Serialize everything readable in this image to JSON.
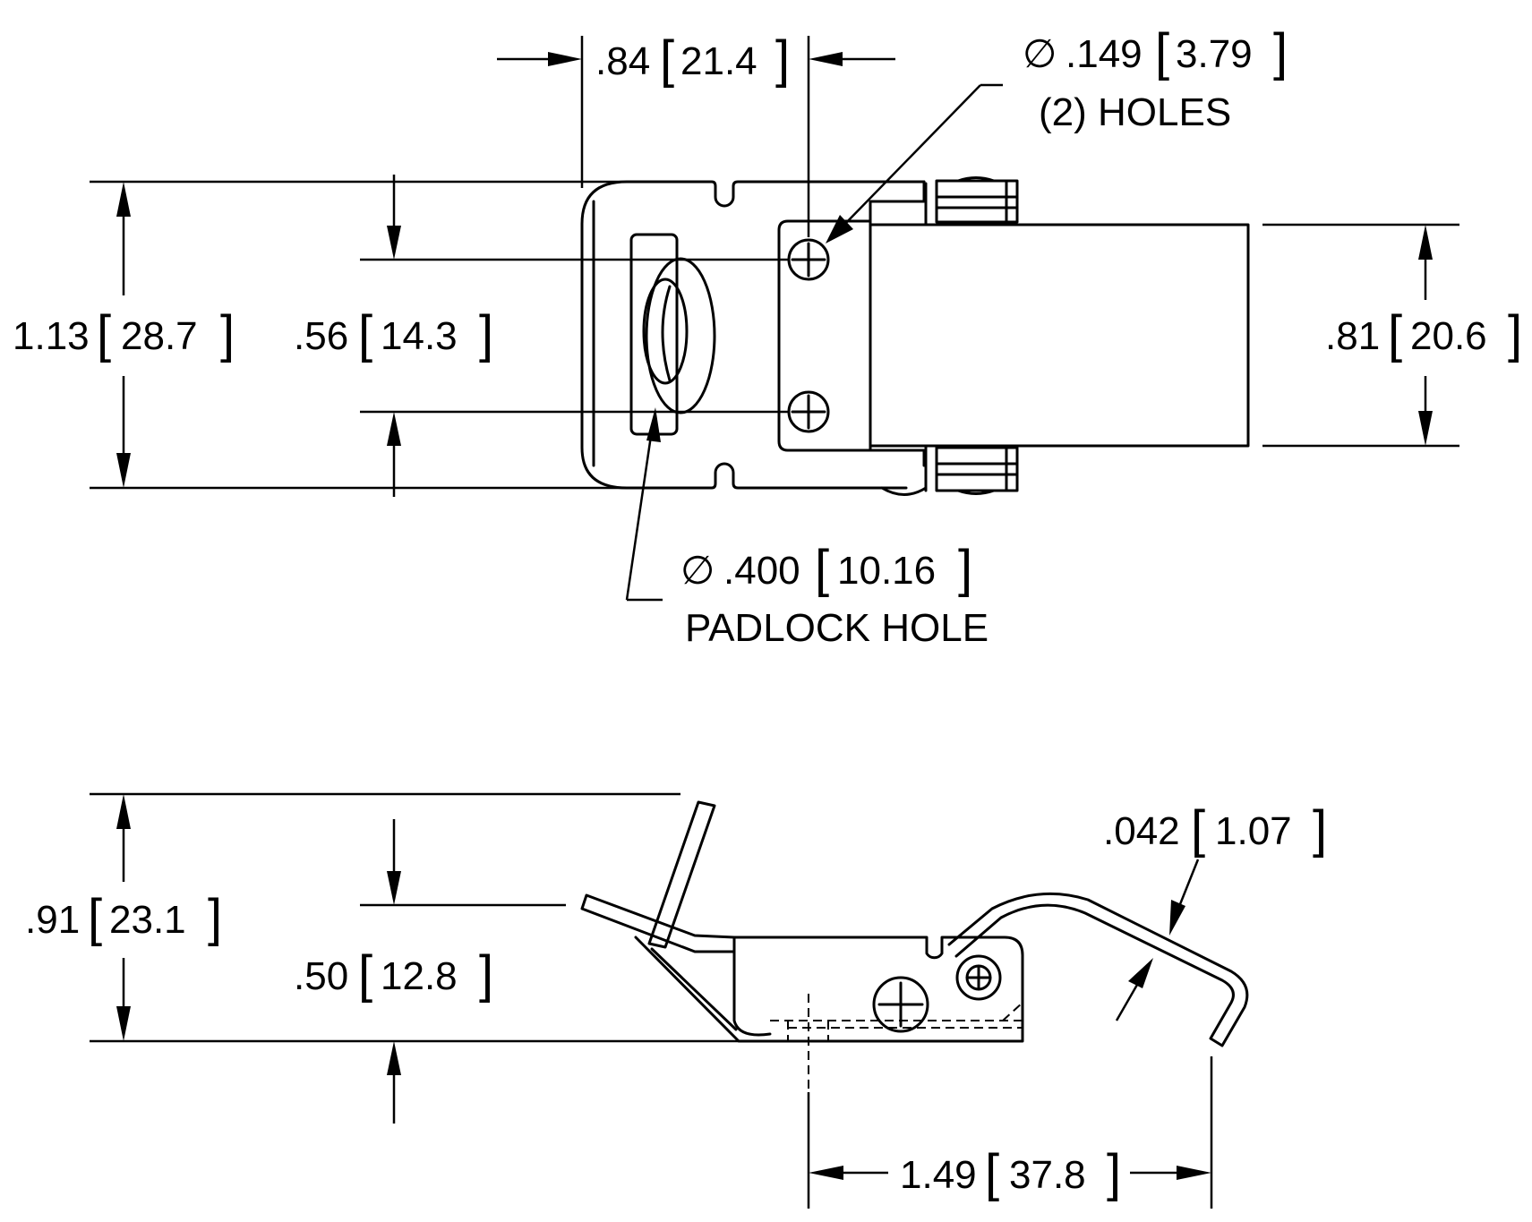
{
  "top_view": {
    "width_84": {
      "inch": ".84",
      "mm": "21.4"
    },
    "hole_149": {
      "symbol": "∅",
      "inch": ".149",
      "mm": "3.79",
      "note": "(2) HOLES"
    },
    "height_113": {
      "inch": "1.13",
      "mm": "28.7"
    },
    "height_56": {
      "inch": ".56",
      "mm": "14.3"
    },
    "height_81": {
      "inch": ".81",
      "mm": "20.6"
    },
    "padlock": {
      "symbol": "∅",
      "inch": ".400",
      "mm": "10.16",
      "note": "PADLOCK HOLE"
    }
  },
  "side_view": {
    "height_91": {
      "inch": ".91",
      "mm": "23.1"
    },
    "height_50": {
      "inch": ".50",
      "mm": "12.8"
    },
    "thick_042": {
      "inch": ".042",
      "mm": "1.07"
    },
    "length_149": {
      "inch": "1.49",
      "mm": "37.8"
    }
  },
  "colors": {
    "line": "#000000",
    "background": "#ffffff"
  }
}
